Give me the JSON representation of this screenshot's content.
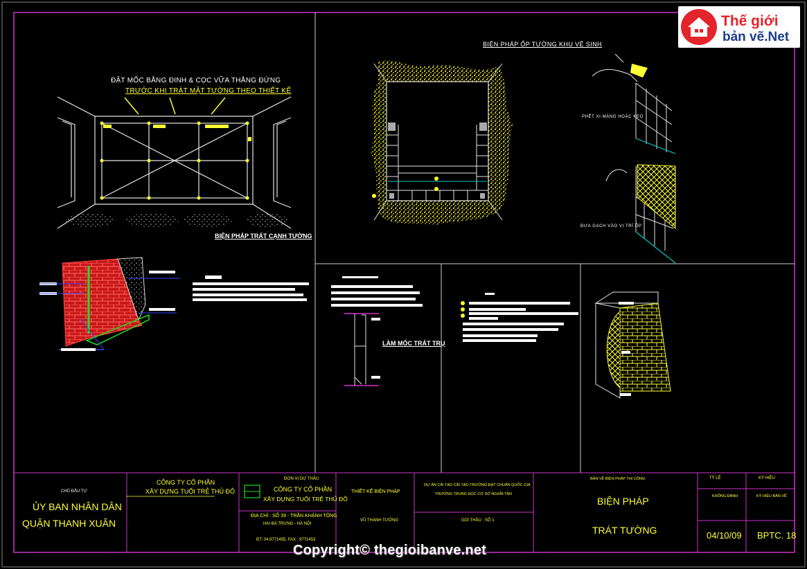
{
  "logo": {
    "line1": "Thế giới",
    "line2": "bản vẽ.Net"
  },
  "panel_wall_plaster": {
    "title_line1": "ĐẶT MỐC BẰNG ĐINH & CỌC VỮA THẲNG ĐỨNG",
    "title_line2": "TRƯỚC KHI TRÁT MẶT TƯỜNG THEO THIẾT KẾ",
    "caption": "BIỆN PHÁP TRÁT CẠNH TƯỜNG"
  },
  "panel_toilet_tiling": {
    "title": "BIỆN PHÁP ỐP TƯỜNG KHU VỆ SINH",
    "note_glue": "PHẾT XI MĂNG HOẶC KEO",
    "note_place": "ĐƯA GẠCH VÀO VỊ TRÍ ỐP"
  },
  "panel_column": {
    "caption": "LÀM MỐC TRÁT TRỤ"
  },
  "title_block": {
    "investor_label": "CHỦ ĐẦU TƯ",
    "investor_line1": "ỦY BAN NHÂN DÂN",
    "investor_line2": "QUẬN THANH XUÂN",
    "contractor_line1": "CÔNG TY CỔ PHẦN",
    "contractor_line2": "XÂY DỰNG TUỔI TRẺ THỦ ĐÔ",
    "bidder_label": "ĐƠN VỊ DỰ THẦU",
    "bidder_line1": "CÔNG TY CỔ PHẦN",
    "bidder_line2": "XÂY DỰNG TUỔI TRẺ THỦ ĐÔ",
    "address_line1": "ĐỊA CHỈ : SỐ 39 - TRẦN KHÁNH TÔNG",
    "address_line2": "HAI BÀ TRƯNG - HÀ NỘI",
    "phone": "ĐT: 04.9771455, FAX : 9771453",
    "design_label": "THIẾT KẾ BIỆN PHÁP",
    "designer": "VŨ THANH TƯỜNG",
    "project_line1": "DỰ ÁN CẢI TẠO CẢI TẠO TRƯỜNG ĐẠT CHUẨN QUỐC GIA",
    "project_line2": "TRƯỜNG TRUNG HỌC CƠ SỞ NGHĨA TÂN",
    "package": "GÓI THẦU : SỐ 1",
    "drawing_type": "BẢN VẼ BIỆN PHÁP THI CÔNG",
    "drawing_title_line1": "BIỆN PHÁP",
    "drawing_title_line2": "TRÁT TƯỜNG",
    "scale_label": "TỶ LỆ",
    "scale_value": "KHÔNG ĐÁNH",
    "sheet_label": "KÝ HIỆU",
    "sheet_value": "KÝ HIỆU BẢN VẼ",
    "date": "04/10/09",
    "sheet_code": "BPTC. 18"
  },
  "copyright": "Copyright© thegioibanve.net",
  "colors": {
    "background": "#000000",
    "frame": "#cc33cc",
    "divider": "#cfcfcf",
    "annotation": "#ffff33",
    "brick": "#d42020",
    "cyan": "#00c8c8"
  }
}
